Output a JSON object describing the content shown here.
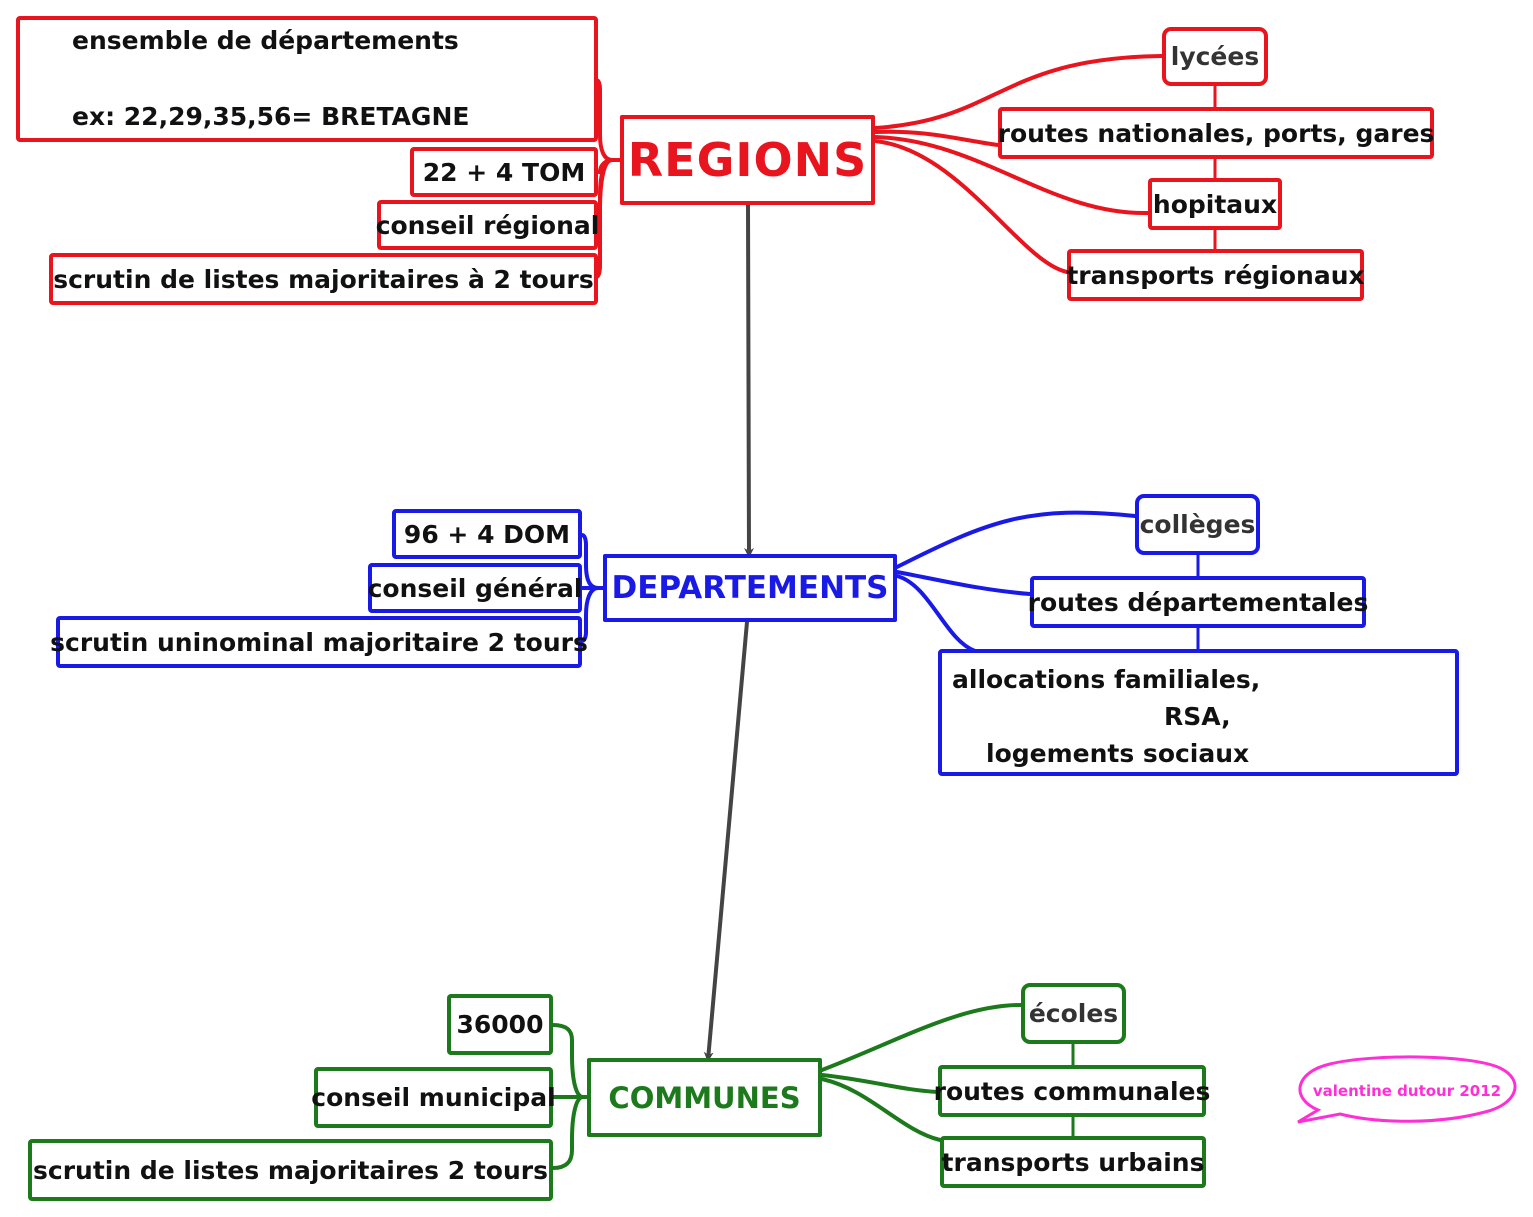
{
  "colors": {
    "region": "#e8141e",
    "departement": "#1a1ae6",
    "commune": "#1c7a1c",
    "arrow": "#444444",
    "credit": "#ff2fd6"
  },
  "regions": {
    "title": "REGIONS",
    "left": [
      {
        "lines": [
          "ensemble de départements",
          "ex: 22,29,35,56= BRETAGNE"
        ]
      },
      {
        "label": "22 + 4 TOM"
      },
      {
        "label": "conseil régional"
      },
      {
        "label": "scrutin de listes majoritaires à 2 tours"
      }
    ],
    "right": [
      "lycées",
      "routes nationales, ports, gares",
      "hopitaux",
      "transports régionaux"
    ]
  },
  "departements": {
    "title": "DEPARTEMENTS",
    "left": [
      "96 + 4 DOM",
      "conseil général",
      "scrutin uninominal majoritaire 2 tours"
    ],
    "right": [
      "collèges",
      "routes départementales"
    ],
    "right_multi": [
      "allocations familiales,",
      "RSA,",
      "logements sociaux"
    ]
  },
  "communes": {
    "title": "COMMUNES",
    "left": [
      "36000",
      "conseil municipal",
      "scrutin de listes majoritaires 2 tours"
    ],
    "right": [
      "écoles",
      "routes communales",
      "transports urbains"
    ]
  },
  "credit": "valentine dutour 2012"
}
